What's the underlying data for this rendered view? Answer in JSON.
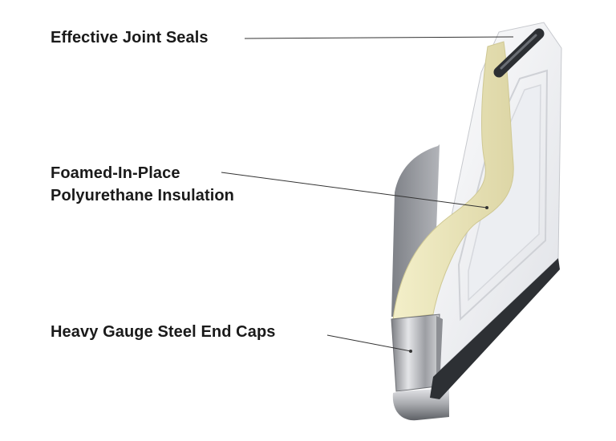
{
  "callouts": {
    "joint_seals": "Effective Joint Seals",
    "insulation_line1": "Foamed-In-Place",
    "insulation_line2": "Polyurethane Insulation",
    "end_caps": "Heavy Gauge Steel End Caps"
  },
  "colors": {
    "text": "#1a1a1a",
    "panel_face": "#f3f4f7",
    "panel_shadow": "#9a9ca2",
    "foam": "#ece8bf",
    "foam_shadow": "#d7d0a0",
    "seal": "#2c2f33",
    "steel_cap": "#b7b9bd",
    "leader_line": "#333333"
  }
}
